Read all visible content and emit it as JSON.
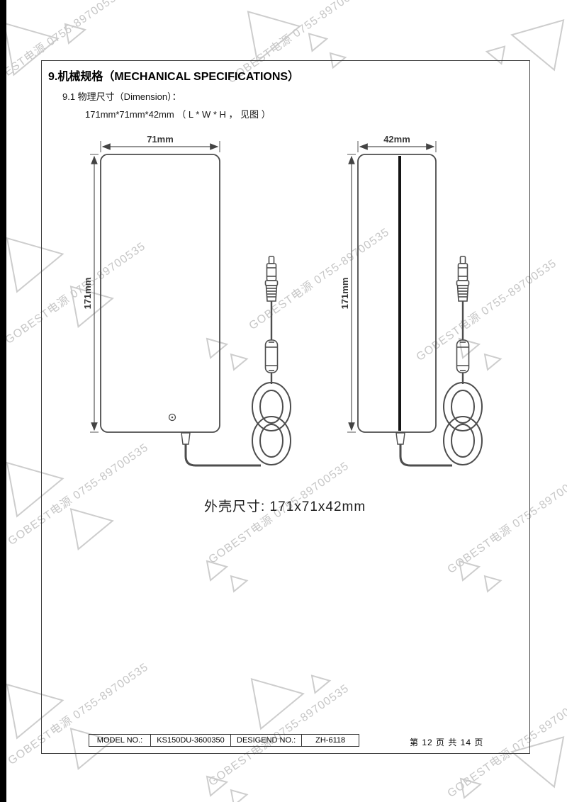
{
  "page": {
    "title": "9.机械规格（MECHANICAL SPECIFICATIONS）",
    "section": "9.1 物理尺寸（Dimension）：",
    "dimension_text": "171mm*71mm*42mm （ L * W * H ， 见图 ）",
    "caption": "外壳尺寸: 171x71x42mm"
  },
  "drawings": {
    "front_view": {
      "width_label": "71mm",
      "height_label": "171mm"
    },
    "side_view": {
      "width_label": "42mm",
      "height_label": "171mm"
    }
  },
  "footer": {
    "model_label": "MODEL NO.:",
    "model_value": "KS150DU-3600350",
    "design_label": "DESIGEND NO.:",
    "design_value": "ZH-6118",
    "page_indicator": "第 12 页 共 14 页"
  },
  "watermark": {
    "text": "GOBEST电源 0755-89700535",
    "color": "#c7c7c7"
  }
}
